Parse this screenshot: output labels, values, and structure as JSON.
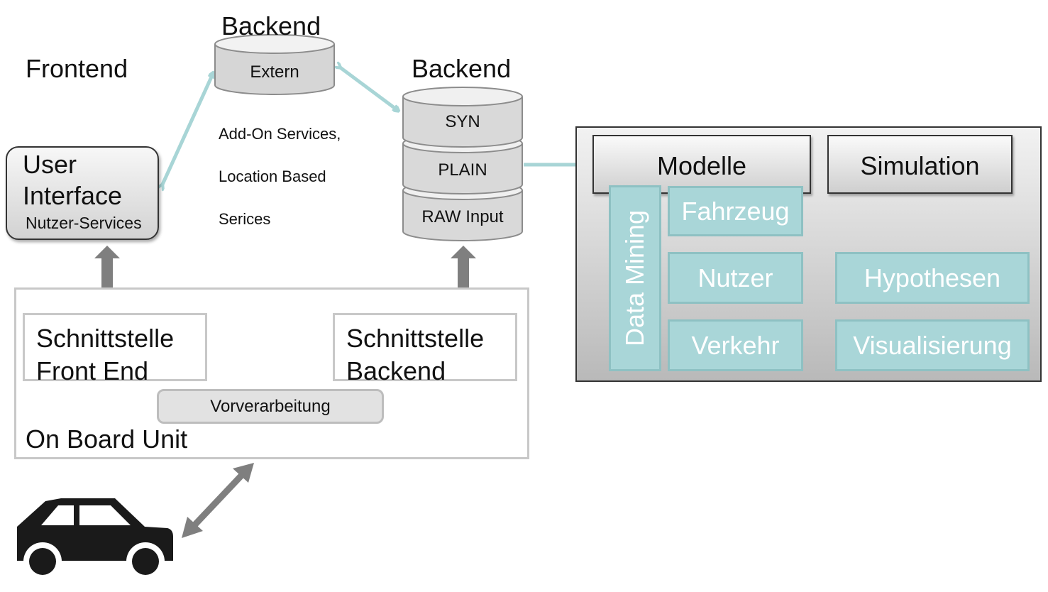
{
  "labels": {
    "frontend": "Frontend",
    "backend_top": "Backend",
    "backend_right": "Backend",
    "on_board_unit": "On Board Unit"
  },
  "extern_db": {
    "label": "Extern"
  },
  "addon_note": {
    "line1": "Add-On Services,",
    "line2": "Location Based",
    "line3": "Serices"
  },
  "user_interface": {
    "title_line1": "User",
    "title_line2": "Interface",
    "subtitle": "Nutzer-Services"
  },
  "backend_stack": [
    "SYN",
    "PLAIN",
    "RAW Input"
  ],
  "obu": {
    "iface_frontend": {
      "line1": "Schnittstelle",
      "line2": "Front End"
    },
    "iface_backend": {
      "line1": "Schnittstelle",
      "line2": "Backend"
    },
    "preprocessing": "Vorverarbeitung"
  },
  "analysis_panel": {
    "modelle": "Modelle",
    "simulation": "Simulation",
    "data_mining": "Data Mining",
    "model_items": [
      "Fahrzeug",
      "Nutzer",
      "Verkehr"
    ],
    "sim_items": [
      "Hypothesen",
      "Visualisierung"
    ]
  },
  "colors": {
    "accent_teal": "#a9d6d8",
    "arrow_teal": "#a8d5d6",
    "arrow_gray": "#7f7f7f",
    "car": "#1a1a1a"
  },
  "icons": [
    "car-icon",
    "database-icon"
  ]
}
